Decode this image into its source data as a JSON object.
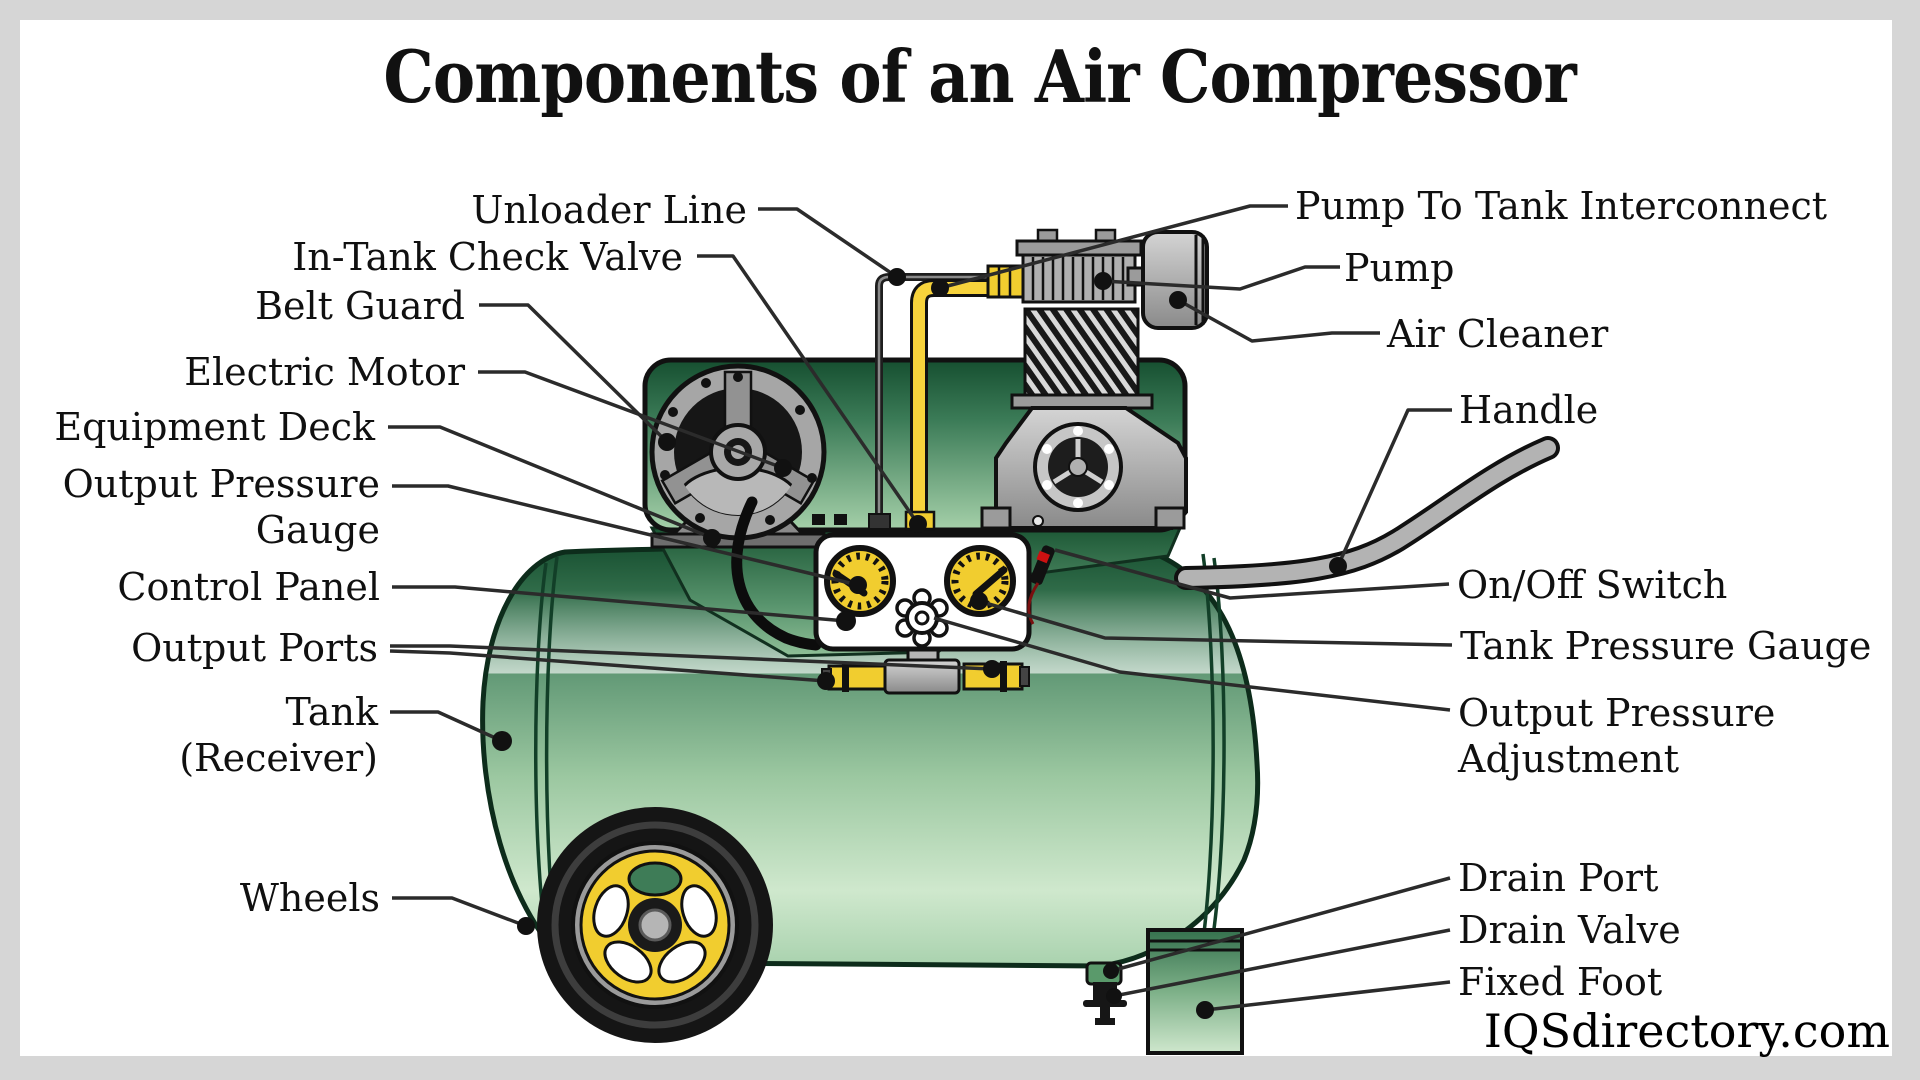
{
  "title": "Components of an Air Compressor",
  "watermark": "IQSdirectory.com",
  "diagram": {
    "subject": "air-compressor",
    "labels": {
      "unloader_line": {
        "text": "Unloader Line"
      },
      "in_tank_check_valve": {
        "text": "In-Tank Check Valve"
      },
      "belt_guard": {
        "text": "Belt Guard"
      },
      "electric_motor": {
        "text": "Electric Motor"
      },
      "equipment_deck": {
        "text": "Equipment Deck"
      },
      "output_pressure_gauge": {
        "text": "Output Pressure\nGauge"
      },
      "control_panel": {
        "text": "Control Panel"
      },
      "output_ports": {
        "text": "Output Ports"
      },
      "tank_receiver": {
        "text": "Tank\n(Receiver)"
      },
      "wheels": {
        "text": "Wheels"
      },
      "pump_to_tank_interconnect": {
        "text": "Pump To Tank Interconnect"
      },
      "pump": {
        "text": "Pump"
      },
      "air_cleaner": {
        "text": "Air Cleaner"
      },
      "handle": {
        "text": "Handle"
      },
      "on_off_switch": {
        "text": "On/Off Switch"
      },
      "tank_pressure_gauge": {
        "text": "Tank Pressure Gauge"
      },
      "output_pressure_adjustment": {
        "text": "Output Pressure\nAdjustment"
      },
      "drain_port": {
        "text": "Drain Port"
      },
      "drain_valve": {
        "text": "Drain Valve"
      },
      "fixed_foot": {
        "text": "Fixed Foot"
      }
    },
    "colors": {
      "tank_green_dark": "#1a5233",
      "tank_green_light": "#cfe8cd",
      "accent_yellow": "#f1cd2f",
      "metal_gray": "#b5b5b5",
      "outline": "#111111",
      "frame_gray": "#d6d6d6"
    }
  }
}
